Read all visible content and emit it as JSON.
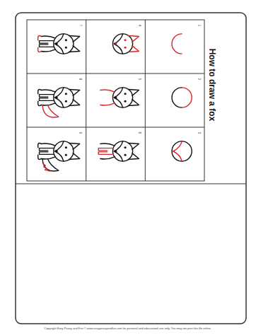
{
  "diagram": {
    "title": "How to draw a fox",
    "labels": [
      "1",
      "2",
      "3",
      "4",
      "5",
      "6",
      "7",
      "8",
      "9",
      "Copyright Easy Peasy and Fun © www.easypeasyandfun.com for personal and educational use only. You may not post this file online."
    ]
  }
}
